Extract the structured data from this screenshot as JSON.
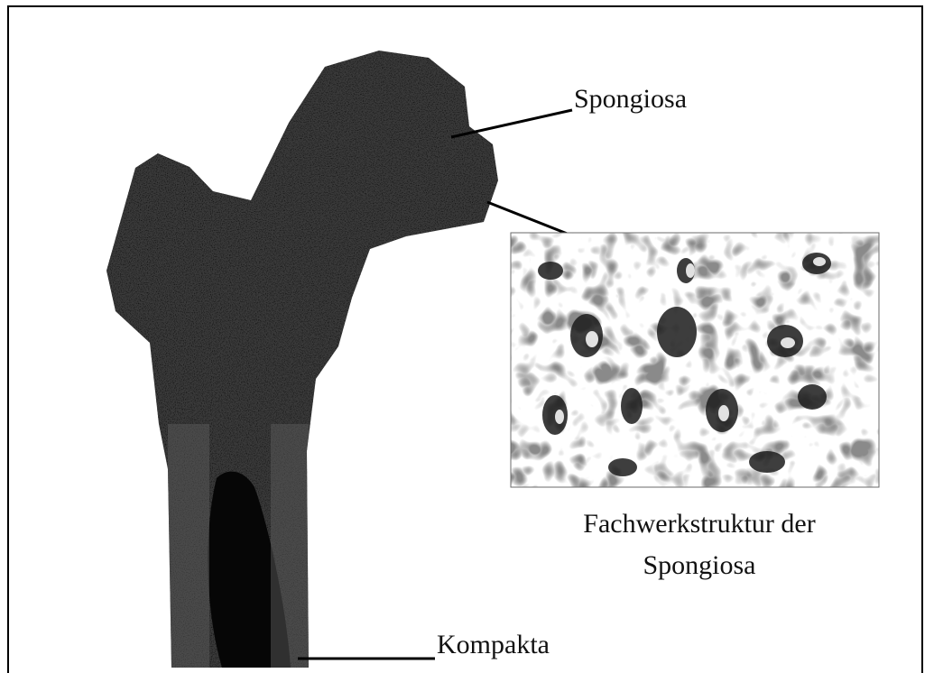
{
  "labels": {
    "spongiosa": "Spongiosa",
    "kompakta": "Kompakta"
  },
  "caption": {
    "line1": "Fachwerkstruktur der",
    "line2": "Spongiosa"
  }
}
